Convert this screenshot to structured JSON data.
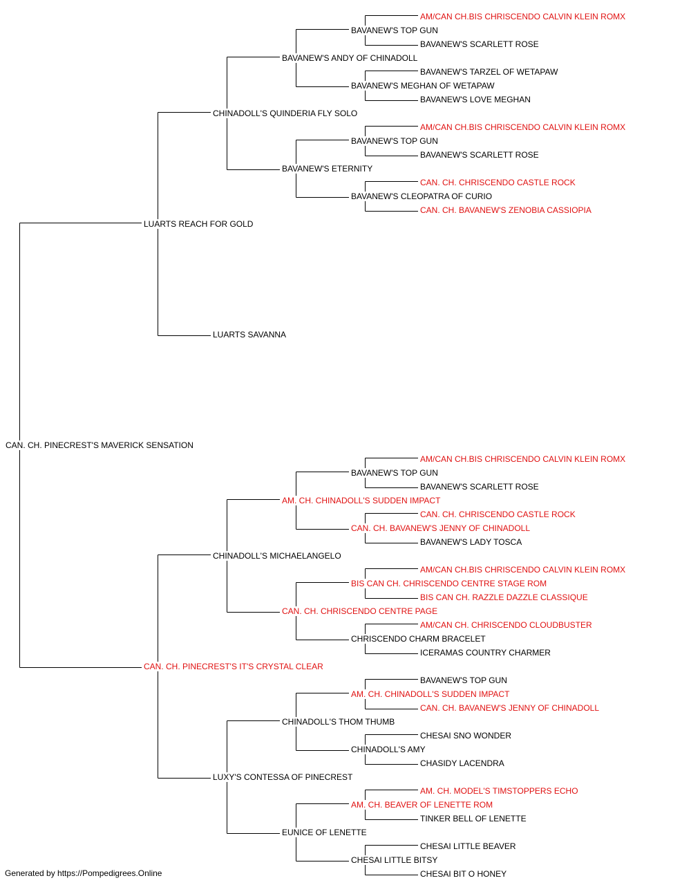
{
  "pedigree": {
    "subject": {
      "name": "CAN. CH. PINECREST'S MAVERICK SENSATION",
      "champion": false
    },
    "sire": {
      "name": "LUARTS REACH FOR GOLD",
      "champion": false
    },
    "dam": {
      "name": "CAN. CH. PINECREST'S IT'S CRYSTAL CLEAR",
      "champion": true
    },
    "sire_sire": {
      "name": "CHINADOLL'S QUINDERIA FLY SOLO",
      "champion": false
    },
    "sire_dam": {
      "name": "LUARTS SAVANNA",
      "champion": false
    },
    "dam_sire": {
      "name": "CHINADOLL'S MICHAELANGELO",
      "champion": false
    },
    "dam_dam": {
      "name": "LUXY'S CONTESSA OF PINECREST",
      "champion": false
    },
    "g3": [
      {
        "name": "BAVANEW'S ANDY OF CHINADOLL",
        "champion": false
      },
      {
        "name": "BAVANEW'S ETERNITY",
        "champion": false
      },
      {
        "name": "AM. CH. CHINADOLL'S SUDDEN IMPACT",
        "champion": true
      },
      {
        "name": "CAN. CH. CHRISCENDO CENTRE PAGE",
        "champion": true
      },
      {
        "name": "CHINADOLL'S THOM THUMB",
        "champion": false
      },
      {
        "name": "EUNICE OF LENETTE",
        "champion": false
      }
    ],
    "g4": [
      {
        "name": "BAVANEW'S TOP GUN",
        "champion": false
      },
      {
        "name": "BAVANEW'S MEGHAN OF WETAPAW",
        "champion": false
      },
      {
        "name": "BAVANEW'S TOP GUN",
        "champion": false
      },
      {
        "name": "BAVANEW'S CLEOPATRA OF CURIO",
        "champion": false
      },
      {
        "name": "BAVANEW'S TOP GUN",
        "champion": false
      },
      {
        "name": "CAN. CH. BAVANEW'S JENNY OF CHINADOLL",
        "champion": true
      },
      {
        "name": "BIS CAN CH. CHRISCENDO CENTRE STAGE ROM",
        "champion": true
      },
      {
        "name": "CHRISCENDO CHARM BRACELET",
        "champion": false
      },
      {
        "name": "AM. CH. CHINADOLL'S SUDDEN IMPACT",
        "champion": true
      },
      {
        "name": "CHINADOLL'S AMY",
        "champion": false
      },
      {
        "name": "AM. CH. BEAVER OF LENETTE ROM",
        "champion": true
      },
      {
        "name": "CHESAI LITTLE BITSY",
        "champion": false
      }
    ],
    "g5": [
      {
        "name": "AM/CAN CH.BIS CHRISCENDO CALVIN KLEIN ROMX",
        "champion": true
      },
      {
        "name": "BAVANEW'S SCARLETT ROSE",
        "champion": false
      },
      {
        "name": "BAVANEW'S TARZEL OF WETAPAW",
        "champion": false
      },
      {
        "name": "BAVANEW'S LOVE MEGHAN",
        "champion": false
      },
      {
        "name": "AM/CAN CH.BIS CHRISCENDO CALVIN KLEIN ROMX",
        "champion": true
      },
      {
        "name": "BAVANEW'S SCARLETT ROSE",
        "champion": false
      },
      {
        "name": "CAN. CH. CHRISCENDO CASTLE ROCK",
        "champion": true
      },
      {
        "name": "CAN. CH. BAVANEW'S ZENOBIA CASSIOPIA",
        "champion": true
      },
      {
        "name": "AM/CAN CH.BIS CHRISCENDO CALVIN KLEIN ROMX",
        "champion": true
      },
      {
        "name": "BAVANEW'S SCARLETT ROSE",
        "champion": false
      },
      {
        "name": "CAN. CH. CHRISCENDO CASTLE ROCK",
        "champion": true
      },
      {
        "name": "BAVANEW'S LADY TOSCA",
        "champion": false
      },
      {
        "name": "AM/CAN CH.BIS CHRISCENDO CALVIN KLEIN ROMX",
        "champion": true
      },
      {
        "name": "BIS CAN CH. RAZZLE DAZZLE CLASSIQUE",
        "champion": true
      },
      {
        "name": "AM/CAN CH. CHRISCENDO CLOUDBUSTER",
        "champion": true
      },
      {
        "name": "ICERAMAS COUNTRY CHARMER",
        "champion": false
      },
      {
        "name": "BAVANEW'S TOP GUN",
        "champion": false
      },
      {
        "name": "CAN. CH. BAVANEW'S JENNY OF CHINADOLL",
        "champion": true
      },
      {
        "name": "CHESAI SNO WONDER",
        "champion": false
      },
      {
        "name": "CHASIDY LACENDRA",
        "champion": false
      },
      {
        "name": "AM. CH. MODEL'S TIMSTOPPERS ECHO",
        "champion": true
      },
      {
        "name": "TINKER BELL OF LENETTE",
        "champion": false
      },
      {
        "name": "CHESAI LITTLE BEAVER",
        "champion": false
      },
      {
        "name": "CHESAI BIT O HONEY",
        "champion": false
      }
    ]
  },
  "footer": {
    "text": "Generated by https://Pompedigrees.Online"
  },
  "colors": {
    "champion": "#e01010",
    "normal": "#000000",
    "line": "#000000"
  }
}
